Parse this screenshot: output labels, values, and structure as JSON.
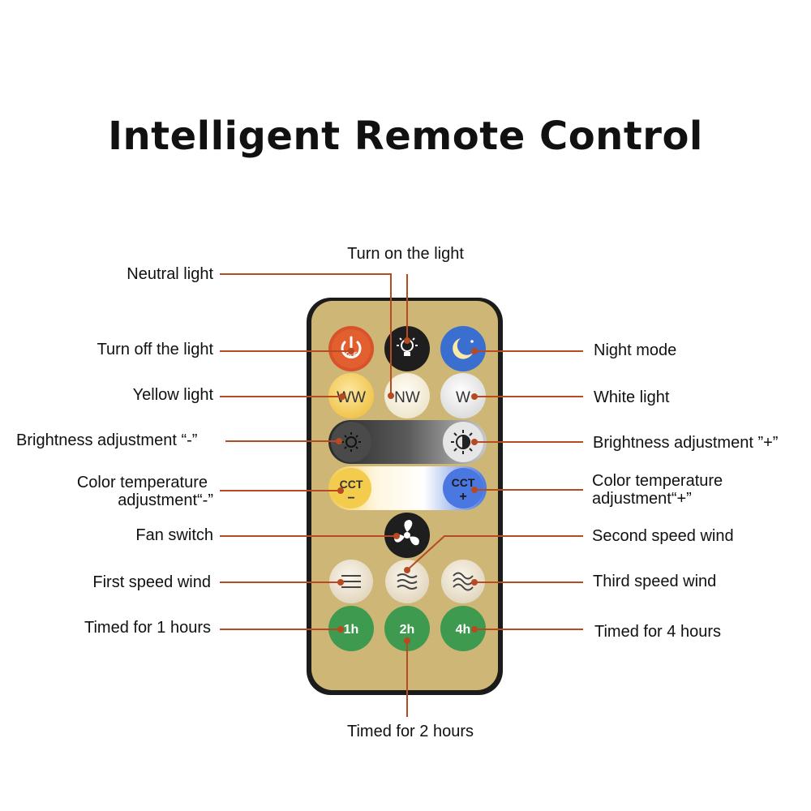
{
  "title": "Intelligent Remote Control",
  "colors": {
    "remote_body": "#cdb676",
    "remote_frame": "#1b1b1b",
    "leader_line": "#b84a22",
    "off_button": "#d9522a",
    "night_button": "#3a6fd0",
    "timer_button": "#3e9a4f",
    "cream_button": "#eee4d2"
  },
  "buttons": {
    "off": "OFF",
    "ww": "WW",
    "nw": "NW",
    "w": "W",
    "cct_minus": "CCT",
    "cct_minus_sign": "−",
    "cct_plus": "CCT",
    "cct_plus_sign": "+",
    "t1": "1h",
    "t2": "2h",
    "t4": "4h"
  },
  "labels": {
    "turn_on": "Turn on the light",
    "neutral": "Neutral light",
    "turn_off": "Turn off the light",
    "night": "Night mode",
    "yellow": "Yellow light",
    "white": "White light",
    "bright_minus": "Brightness adjustment “-”",
    "bright_plus": "Brightness adjustment ”+”",
    "cct_minus_1": "Color temperature",
    "cct_minus_2": "adjustment“-”",
    "cct_plus_1": "Color temperature",
    "cct_plus_2": "adjustment“+”",
    "fan": "Fan switch",
    "second_speed": "Second speed wind",
    "first_speed": "First speed wind",
    "third_speed": "Third speed wind",
    "timed_1": "Timed for 1 hours",
    "timed_4": "Timed for 4 hours",
    "timed_2": "Timed for 2 hours"
  }
}
